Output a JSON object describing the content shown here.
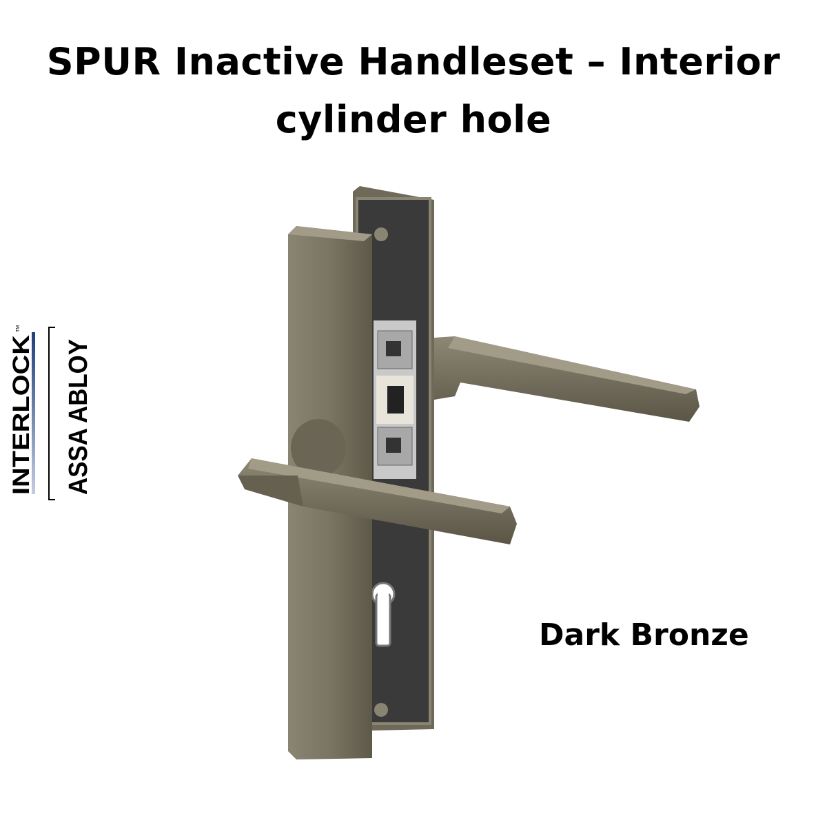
{
  "title": "SPUR Inactive Handleset – Interior cylinder hole",
  "title_line1": "SPUR Inactive Handleset – Interior",
  "title_line2": "cylinder hole",
  "finish_label": "Dark Bronze",
  "logo": {
    "brand": "INTERLOCK",
    "trademark": "TM",
    "parent": "ASSA ABLOY"
  },
  "colors": {
    "bronze": "#7a7462",
    "bronze_dark": "#55503f",
    "plate": "#3a3a3a",
    "logo_blue": "#1d3f7a"
  }
}
